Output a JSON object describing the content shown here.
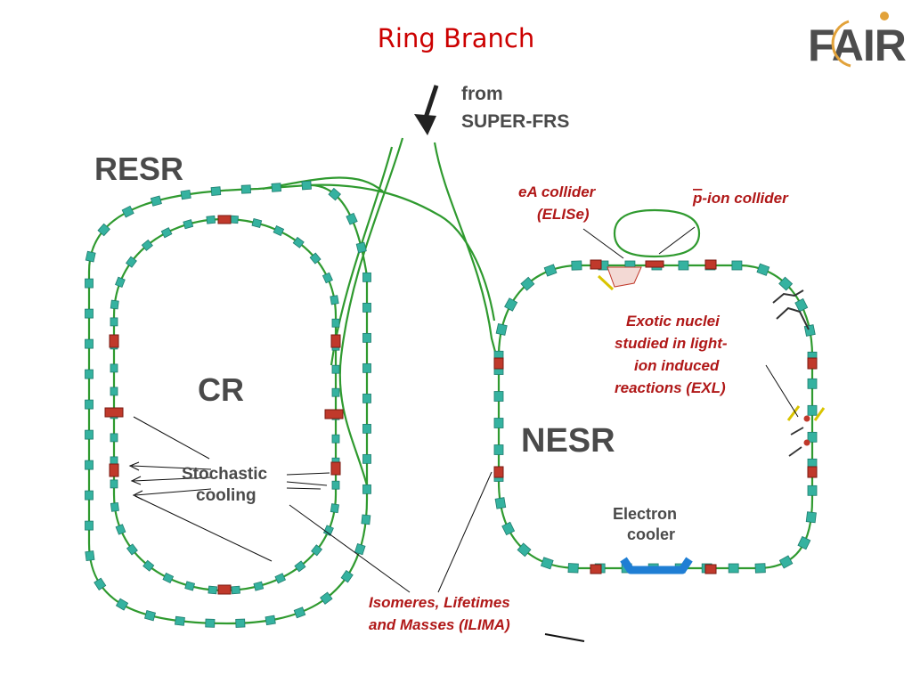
{
  "title": "Ring Branch",
  "logo": {
    "text": "FAIR",
    "accent": "#e2a23a",
    "letter_color": "#4d4d4d"
  },
  "colors": {
    "beamline": "#2f9a2f",
    "magnet": "#35b2a0",
    "magnet_edge": "#1f7d6e",
    "cavity": "#c0392b",
    "cooler": "#1f7ed4",
    "label_red": "#b01818",
    "label_grey": "#4a4a4a"
  },
  "diagram": {
    "injection": {
      "line1": "from",
      "line2": "SUPER-FRS"
    },
    "rings": {
      "resr": "RESR",
      "cr": "CR",
      "nesr": "NESR"
    },
    "stochastic_cooling": {
      "line1": "Stochastic",
      "line2": "cooling"
    },
    "electron_cooler": {
      "line1": "Electron",
      "line2": "cooler"
    },
    "ea_collider": {
      "line1": "eA collider",
      "line2": "(ELISe)"
    },
    "p_ion_collider": {
      "bar": "p",
      "rest": "-ion collider"
    },
    "exl": {
      "line1": "Exotic nuclei",
      "line2": "studied in light-",
      "line3": "ion induced",
      "line4": "reactions (EXL)"
    },
    "ilima": {
      "line1": "Isomeres, Lifetimes",
      "line2": "and Masses (ILIMA)"
    }
  }
}
